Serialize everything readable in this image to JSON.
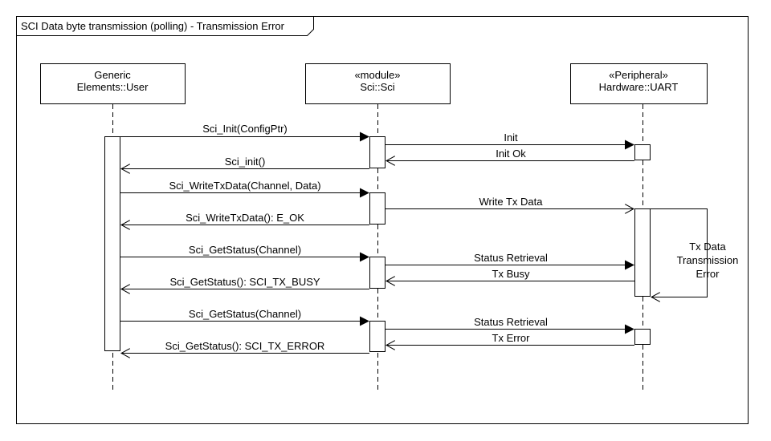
{
  "frame": {
    "title": "SCI Data byte transmission (polling) - Transmission Error"
  },
  "lifelines": [
    {
      "line1": "Generic",
      "line2": "Elements::User"
    },
    {
      "line1": "«module»",
      "line2": "Sci::Sci"
    },
    {
      "line1": "«Peripheral»",
      "line2": "Hardware::UART"
    }
  ],
  "messages": [
    {
      "label": "Sci_Init(ConfigPtr)",
      "kind": "sync"
    },
    {
      "label": "Init",
      "kind": "sync"
    },
    {
      "label": "Init Ok",
      "kind": "reply"
    },
    {
      "label": "Sci_init()",
      "kind": "reply"
    },
    {
      "label": "Sci_WriteTxData(Channel, Data)",
      "kind": "sync"
    },
    {
      "label": "Write Tx Data",
      "kind": "async"
    },
    {
      "label": "Sci_WriteTxData(): E_OK",
      "kind": "reply"
    },
    {
      "label": "Sci_GetStatus(Channel)",
      "kind": "sync"
    },
    {
      "label": "Status Retrieval",
      "kind": "sync"
    },
    {
      "label": "Tx Busy",
      "kind": "reply"
    },
    {
      "label": "Sci_GetStatus(): SCI_TX_BUSY",
      "kind": "reply"
    },
    {
      "label": "Sci_GetStatus(Channel)",
      "kind": "sync"
    },
    {
      "label": "Status Retrieval",
      "kind": "sync"
    },
    {
      "label": "Tx Error",
      "kind": "reply"
    },
    {
      "label": "Sci_GetStatus(): SCI_TX_ERROR",
      "kind": "reply"
    }
  ],
  "self_message": {
    "line1": "Tx Data",
    "line2": "Transmission",
    "line3": "Error"
  }
}
